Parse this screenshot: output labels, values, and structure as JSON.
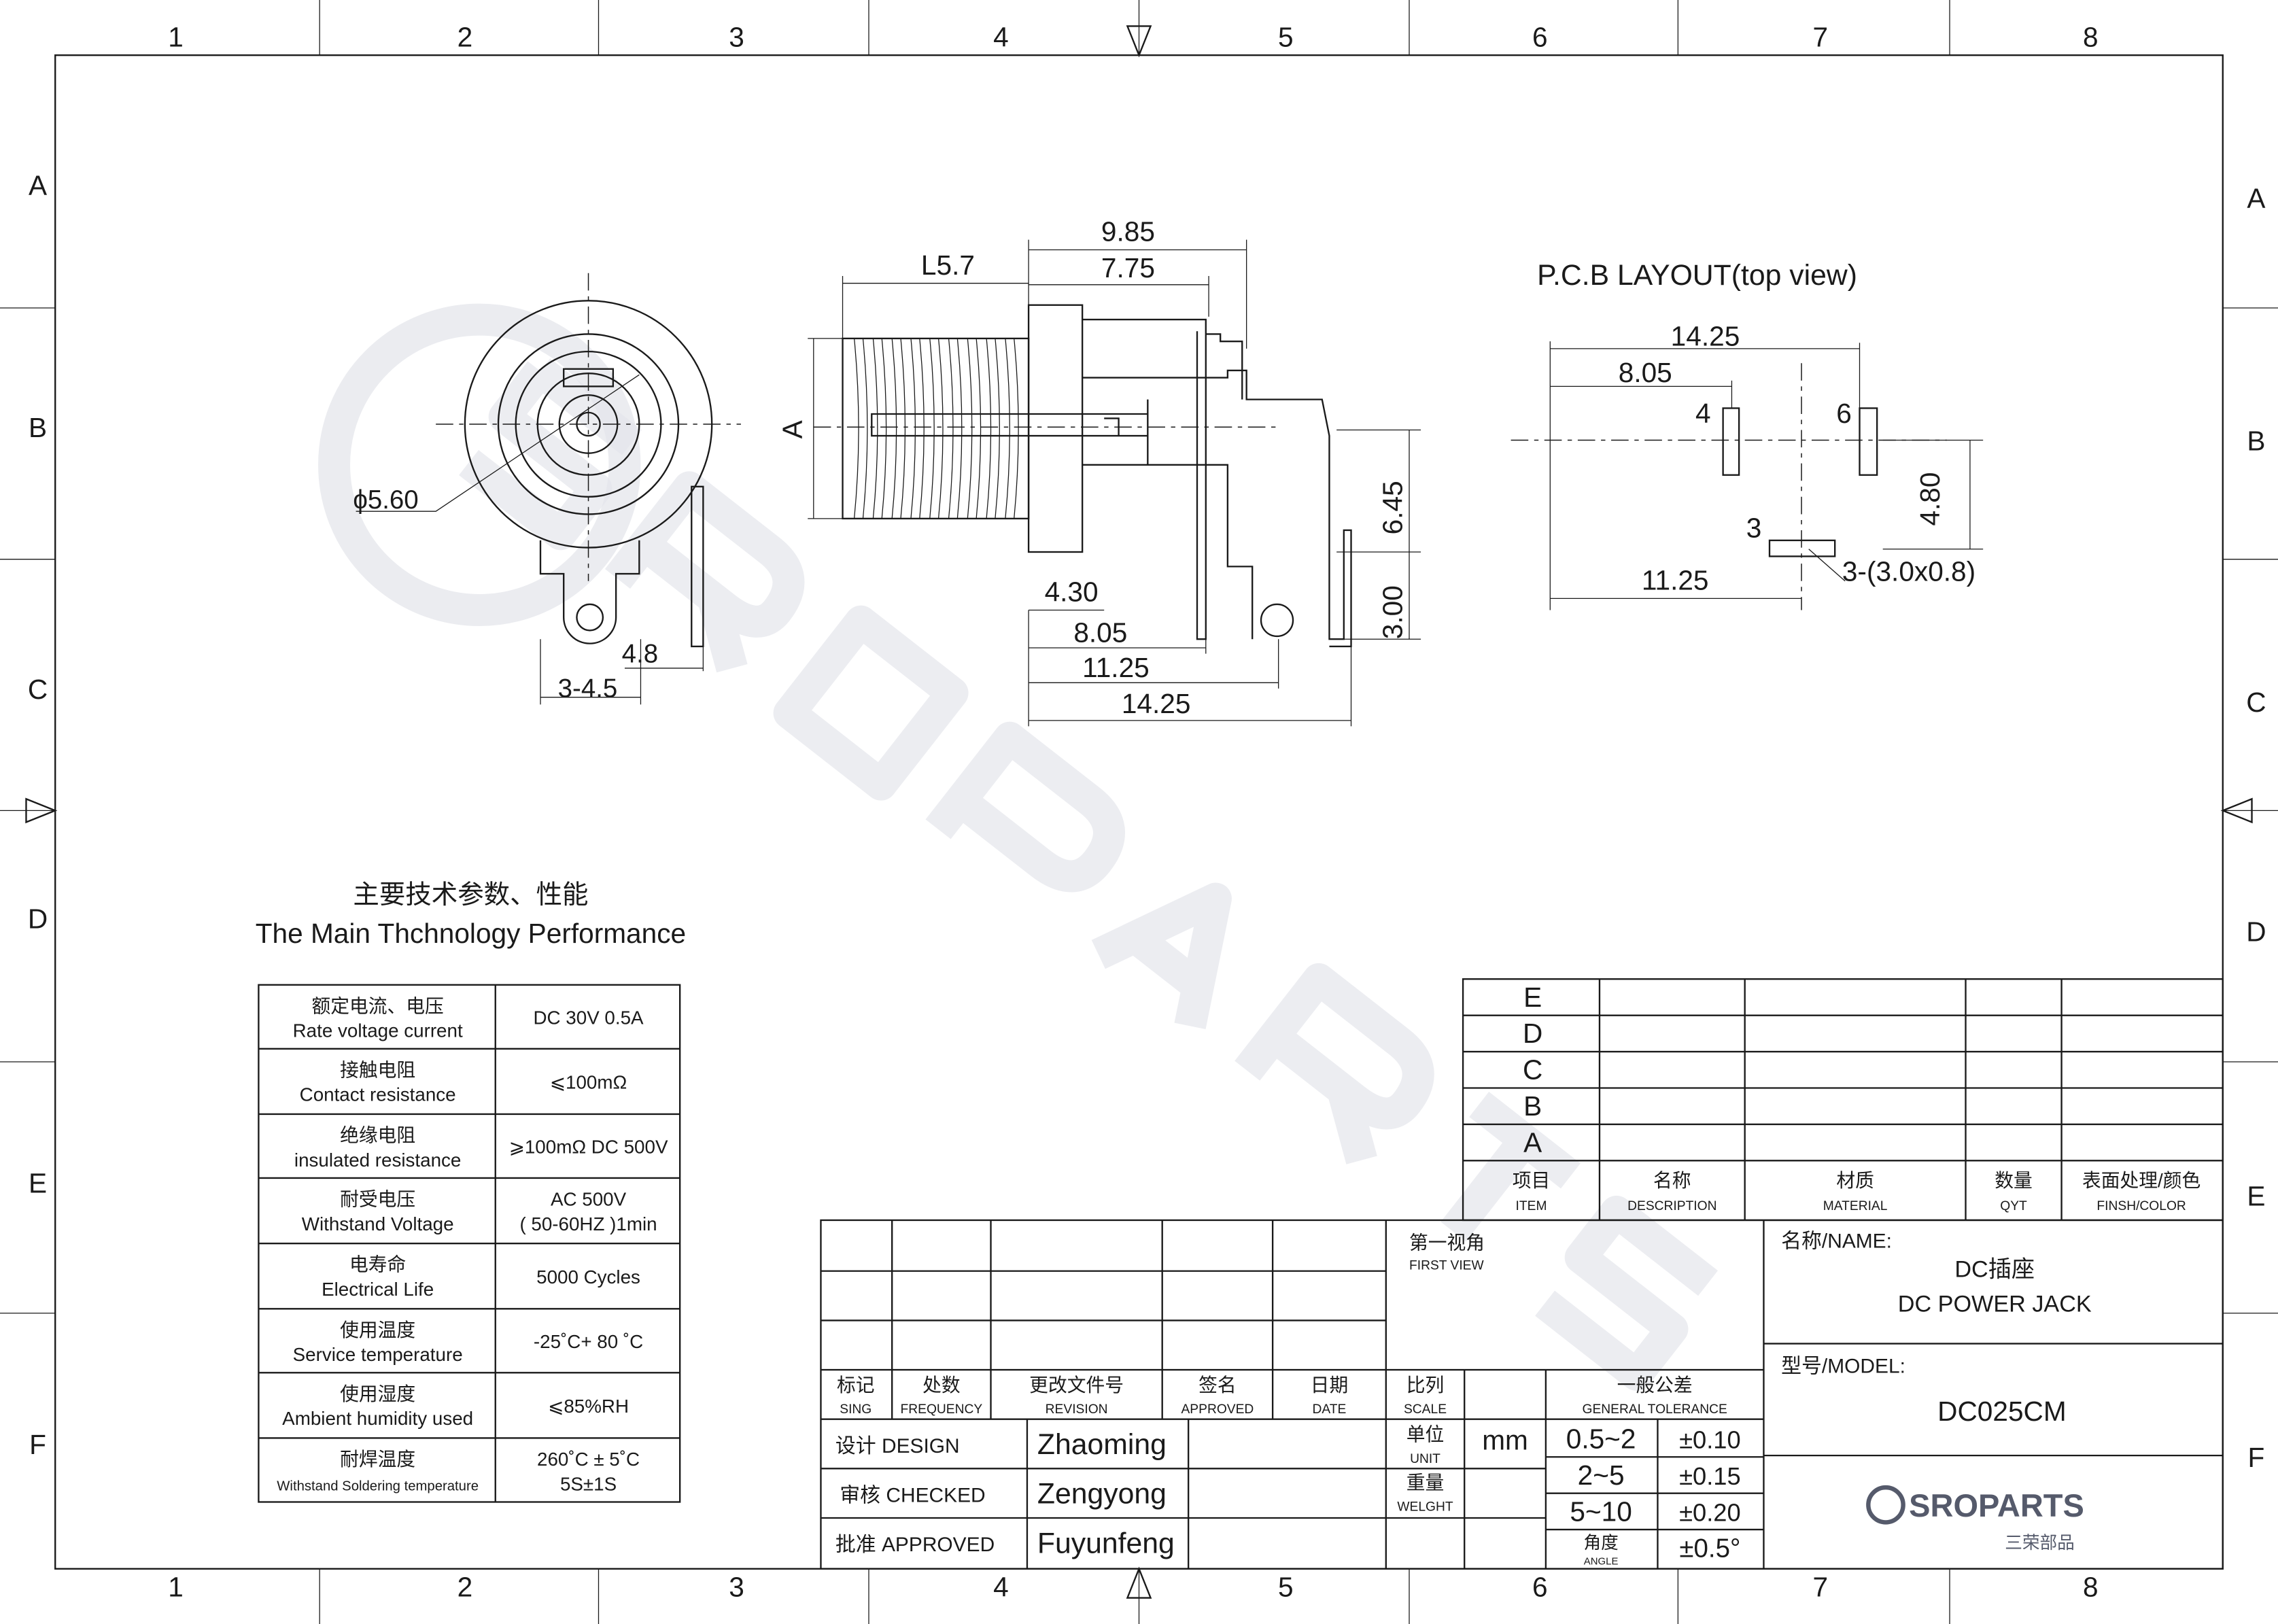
{
  "frame": {
    "cols": [
      "1",
      "2",
      "3",
      "4",
      "5",
      "6",
      "7",
      "8"
    ],
    "rows": [
      "A",
      "B",
      "C",
      "D",
      "E",
      "F"
    ]
  },
  "watermark": "SROPARTS",
  "front_view": {
    "dia": "ϕ5.60",
    "dim_4_8": "4.8",
    "dim_3_4_5": "3-4.5"
  },
  "side_view": {
    "d985": "9.85",
    "l57": "L5.7",
    "d775": "7.75",
    "a": "A",
    "d645": "6.45",
    "d300": "3.00",
    "d430": "4.30",
    "d805": "8.05",
    "d1125": "11.25",
    "d1425": "14.25"
  },
  "pcb": {
    "title": "P.C.B LAYOUT(top view)",
    "d1425": "14.25",
    "d805": "8.05",
    "pin4": "4",
    "pin6": "6",
    "d480": "4.80",
    "pin3": "3",
    "d1125": "11.25",
    "pad": "3-(3.0x0.8)"
  },
  "specs": {
    "title_cn": "主要技术参数、性能",
    "title_en": "The Main Thchnology Performance",
    "rows": [
      {
        "cn": "额定电流、电压",
        "en": "Rate voltage current",
        "v1": "DC 30V   0.5A",
        "v2": ""
      },
      {
        "cn": "接触电阻",
        "en": "Contact resistance",
        "v1": "⩽100mΩ",
        "v2": ""
      },
      {
        "cn": "绝缘电阻",
        "en": "insulated resistance",
        "v1": "⩾100mΩ DC 500V",
        "v2": ""
      },
      {
        "cn": "耐受电压",
        "en": "Withstand Voltage",
        "v1": "AC 500V",
        "v2": "( 50-60HZ )1min"
      },
      {
        "cn": "电寿命",
        "en": "Electrical Life",
        "v1": "5000 Cycles",
        "v2": ""
      },
      {
        "cn": "使用温度",
        "en": "Service temperature",
        "v1": "-25˚C+ 80 ˚C",
        "v2": ""
      },
      {
        "cn": "使用湿度",
        "en": "Ambient humidity used",
        "v1": "⩽85%RH",
        "v2": ""
      },
      {
        "cn": "耐焊温度",
        "en": "Withstand Soldering temperature",
        "v1": "260˚C ± 5˚C",
        "v2": "5S±1S"
      }
    ]
  },
  "revisions": {
    "letters": [
      "E",
      "D",
      "C",
      "B",
      "A"
    ],
    "headers": [
      {
        "cn": "项目",
        "en": "ITEM"
      },
      {
        "cn": "名称",
        "en": "DESCRIPTION"
      },
      {
        "cn": "材质",
        "en": "MATERIAL"
      },
      {
        "cn": "数量",
        "en": "QYT"
      },
      {
        "cn": "表面处理/颜色",
        "en": "FINSH/COLOR"
      }
    ]
  },
  "title_block": {
    "headers": [
      {
        "cn": "标记",
        "en": "SING"
      },
      {
        "cn": "处数",
        "en": "FREQUENCY"
      },
      {
        "cn": "更改文件号",
        "en": "REVISION"
      },
      {
        "cn": "签名",
        "en": "APPROVED"
      },
      {
        "cn": "日期",
        "en": "DATE"
      }
    ],
    "first_view_cn": "第一视角",
    "first_view_en": "FIRST VIEW",
    "design_label": "设计 DESIGN",
    "design_name": "Zhaoming",
    "checked_label": "审核 CHECKED",
    "checked_name": "Zengyong",
    "approved_label": "批准 APPROVED",
    "approved_name": "Fuyunfeng",
    "scale_cn": "比列",
    "scale_en": "SCALE",
    "unit_cn": "单位",
    "unit_en": "UNIT",
    "unit_value": "mm",
    "weight_cn": "重量",
    "weight_en": "WELGHT",
    "tol_cn": "一般公差",
    "tol_en": "GENERAL TOLERANCE",
    "tolerances": [
      {
        "range": "0.5~2",
        "tol": "±0.10"
      },
      {
        "range": "2~5",
        "tol": "±0.15"
      },
      {
        "range": "5~10",
        "tol": "±0.20"
      }
    ],
    "angle_cn": "角度",
    "angle_en": "ANGLE",
    "angle_tol": "±0.5°",
    "name_label": "名称/NAME:",
    "name_cn": "DC插座",
    "name_en": "DC POWER JACK",
    "model_label": "型号/MODEL:",
    "model": "DC025CM",
    "logo": "SROPARTS",
    "logo_cn": "三荣部品"
  }
}
